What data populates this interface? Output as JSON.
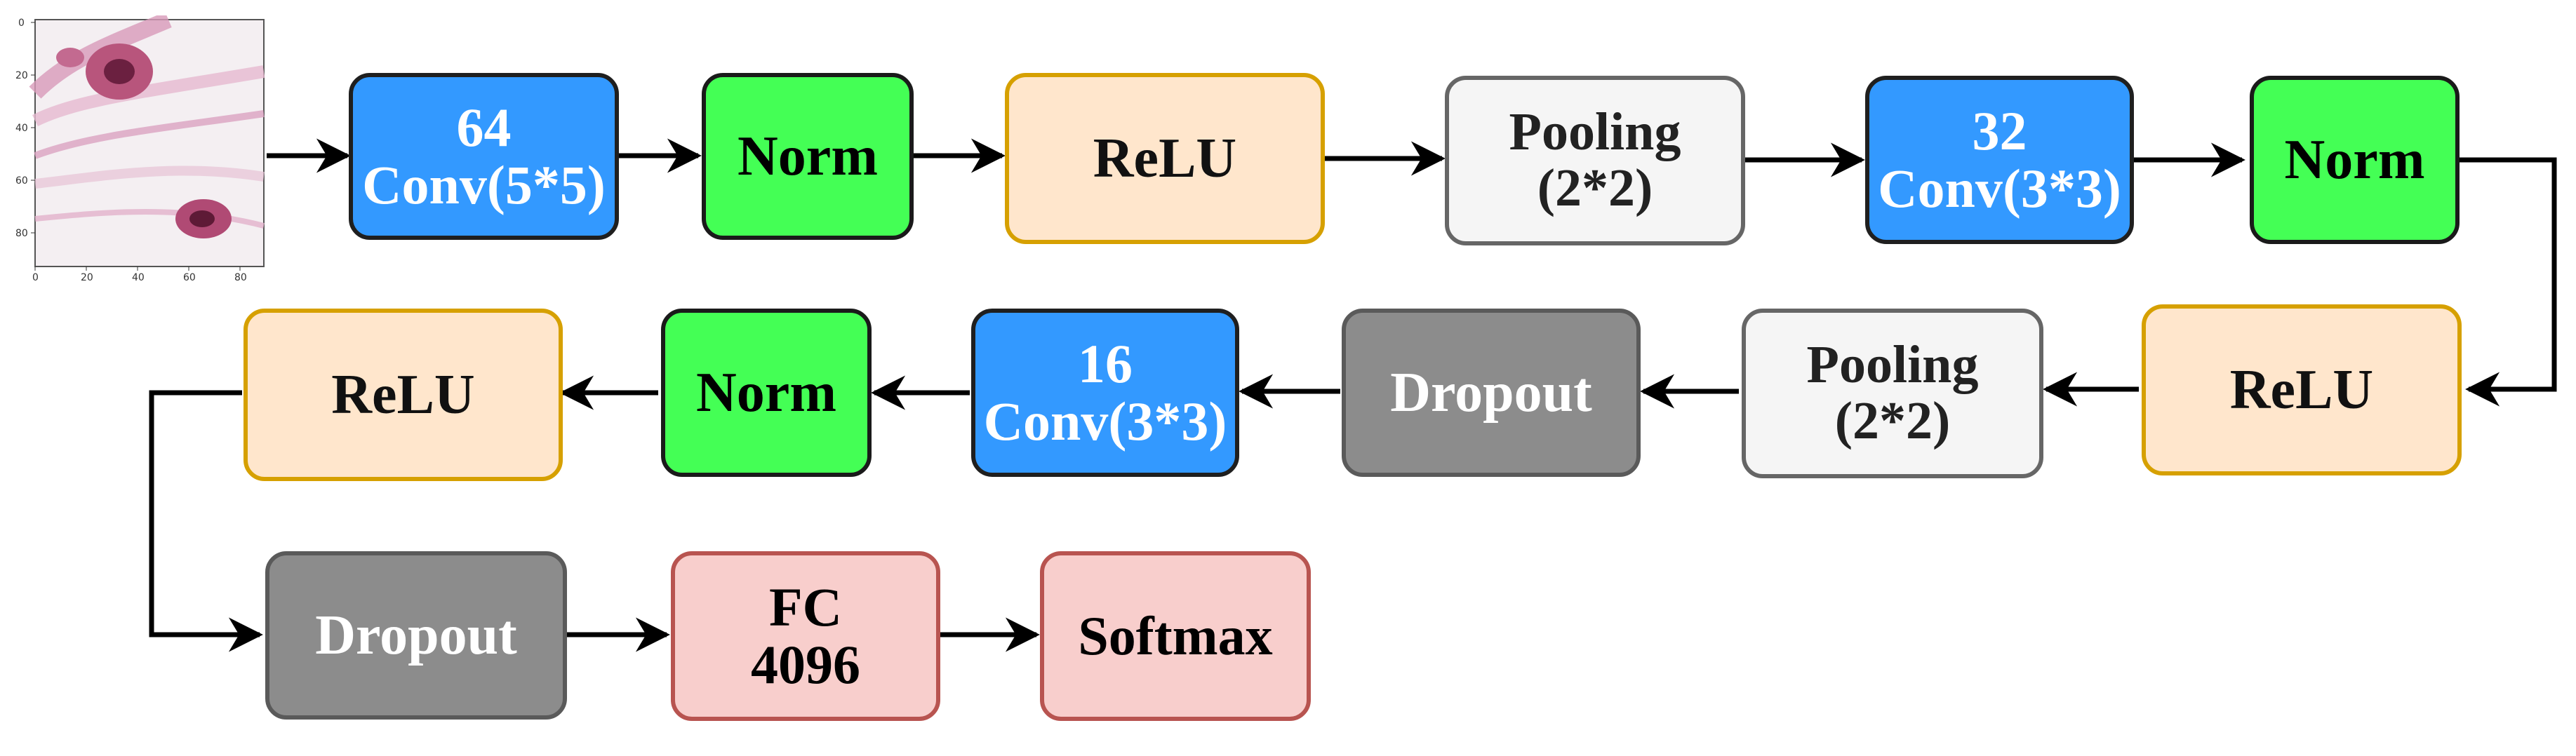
{
  "input_image": {
    "icon": "histopathology-tissue-image",
    "axis_x_ticks": [
      "0",
      "20",
      "40",
      "60",
      "80"
    ],
    "axis_y_ticks": [
      "0",
      "20",
      "40",
      "60",
      "80"
    ]
  },
  "row1": [
    {
      "id": "conv1",
      "line1": "64",
      "line2": "Conv(5*5)"
    },
    {
      "id": "norm1",
      "line1": "Norm"
    },
    {
      "id": "relu1",
      "line1": "ReLU"
    },
    {
      "id": "pool1",
      "line1": "Pooling",
      "line2": "(2*2)"
    },
    {
      "id": "conv2",
      "line1": "32",
      "line2": "Conv(3*3)"
    },
    {
      "id": "norm2",
      "line1": "Norm"
    }
  ],
  "row2": [
    {
      "id": "relu2",
      "line1": "ReLU"
    },
    {
      "id": "pool2",
      "line1": "Pooling",
      "line2": "(2*2)"
    },
    {
      "id": "drop1",
      "line1": "Dropout"
    },
    {
      "id": "conv3",
      "line1": "16",
      "line2": "Conv(3*3)"
    },
    {
      "id": "norm3",
      "line1": "Norm"
    },
    {
      "id": "relu3",
      "line1": "ReLU"
    }
  ],
  "row3": [
    {
      "id": "drop2",
      "line1": "Dropout"
    },
    {
      "id": "fc1",
      "line1": "FC",
      "line2": "4096"
    },
    {
      "id": "softmax",
      "line1": "Softmax"
    }
  ],
  "colors": {
    "conv": "#3399ff",
    "norm": "#44ff55",
    "relu": "#ffe6cc",
    "pooling": "#f5f5f5",
    "dropout": "#8c8c8c",
    "fc": "#f8cecc"
  }
}
